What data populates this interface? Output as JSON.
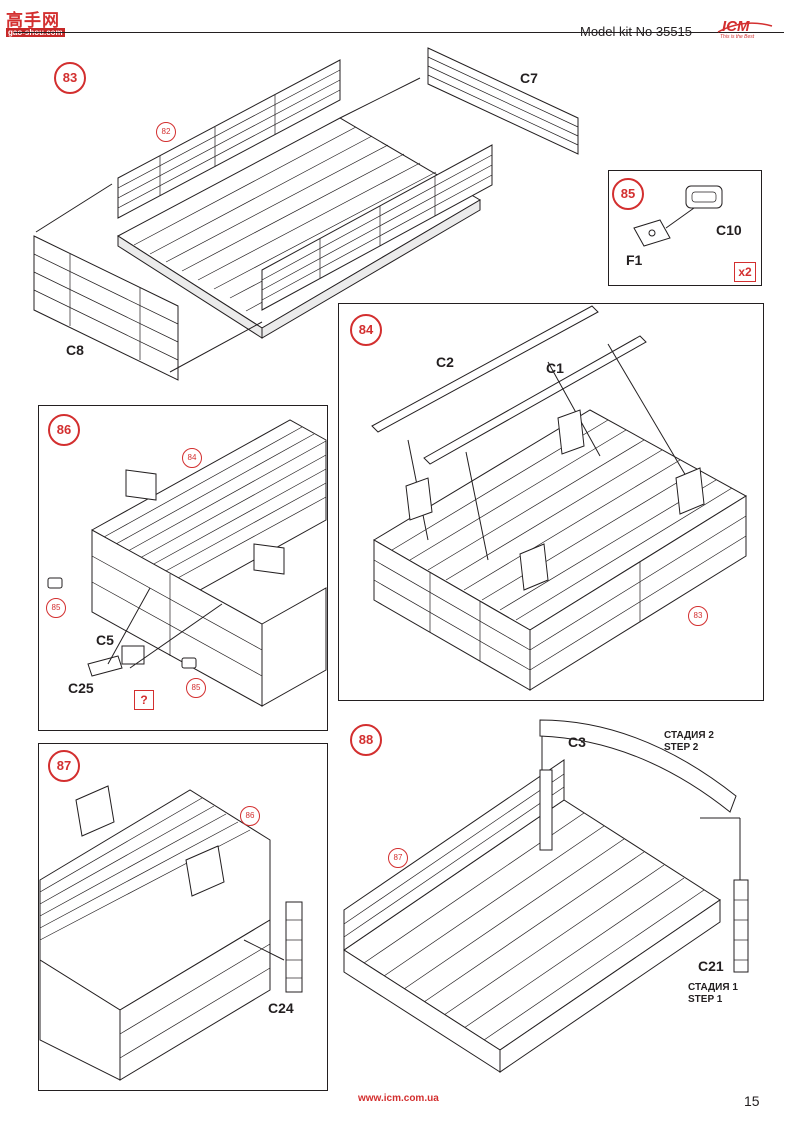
{
  "header": {
    "kit_title": "Model kit No 35515",
    "watermark_main": "高手网",
    "watermark_sub": "gao-shou.com",
    "logo_text": "ICM",
    "logo_tagline": "This is the Best"
  },
  "steps": [
    {
      "number": "83",
      "ref": "82",
      "parts": [
        "C7",
        "C8"
      ]
    },
    {
      "number": "84",
      "ref": "83",
      "parts": [
        "C2",
        "C1"
      ]
    },
    {
      "number": "85",
      "parts": [
        "C10",
        "F1"
      ],
      "multiplier": "x2"
    },
    {
      "number": "86",
      "ref": "84",
      "parts": [
        "C5",
        "C25"
      ],
      "sub_refs": [
        "85",
        "85"
      ],
      "query": "?"
    },
    {
      "number": "87",
      "ref": "86",
      "parts": [
        "C24"
      ]
    },
    {
      "number": "88",
      "ref": "87",
      "parts": [
        "C3",
        "C21"
      ],
      "stage2": [
        "СТАДИЯ 2",
        "STEP 2"
      ],
      "stage1": [
        "СТАДИЯ 1",
        "STEP 1"
      ]
    }
  ],
  "footer": {
    "url": "www.icm.com.ua",
    "page_number": "15"
  }
}
